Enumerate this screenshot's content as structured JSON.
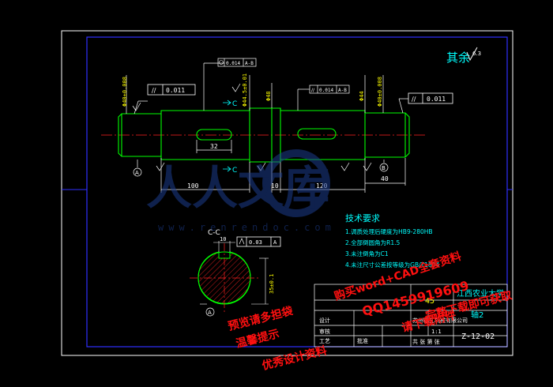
{
  "drawing": {
    "roughness_other": "其余",
    "roughness_other_value": "6.3"
  },
  "tech": {
    "title": "技术要求",
    "items": [
      "1.调质处理后硬度为HB9-280HB",
      "2.全部倒圆角为R1.5",
      "3.未注倒角为C1",
      "4.未注尺寸公差按等级为GB/T1804"
    ]
  },
  "dims": {
    "d100": "100",
    "d10": "10",
    "d120": "120",
    "d40": "40",
    "d32": "32",
    "phi40_left": "Φ40±0.008",
    "phi44_a": "Φ44.5±0.01",
    "phi48": "Φ48",
    "phi44_b": "Φ44",
    "phi40_right": "Φ40±0.008",
    "key_width": "10",
    "key_depth": "35±0.1",
    "section_c": "C",
    "section_cc": "C-C",
    "datum_a": "A",
    "datum_b": "B"
  },
  "fcf": {
    "left_sym": "∕∕",
    "left_val": "0.011",
    "top_val": "0.014",
    "top_ref": "A-B",
    "mid_val": "0.014",
    "mid_ref": "A-B",
    "right_sym": "∕∕",
    "right_val": "0.011",
    "section_val": "0.03",
    "section_ref": "A"
  },
  "title_block": {
    "school": "江西农业大学",
    "material": "45",
    "part": "轴2",
    "scale": "1:1",
    "drawing_no": "Z-12-02",
    "designer": "设计",
    "check": "审核",
    "process": "工艺",
    "approve": "批准",
    "company": "苏州钻孔机械有限公司",
    "sheet_info": "共 张 第 张"
  },
  "watermark": {
    "logo": "人人文库",
    "url": "www.renrendoc.com",
    "promo_1": "预览请多担袋",
    "promo_2": "温馨提示",
    "promo_3": "优秀设计资料",
    "promo_4": "购买word+CAD全套资料",
    "promo_5": "QQ1459919609",
    "promo_6": "请下载附件",
    "promo_7": "完整下载即可获取"
  }
}
